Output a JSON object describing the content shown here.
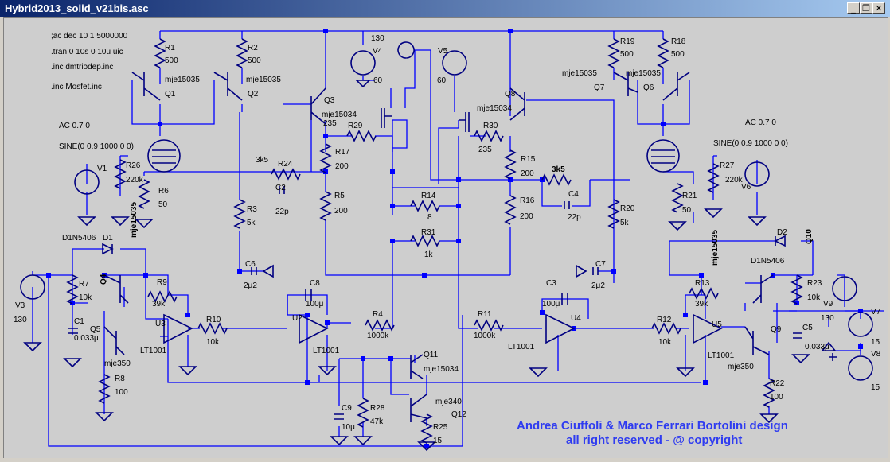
{
  "window": {
    "title": "Hybrid2013_solid_v21bis.asc"
  },
  "directives": [
    ";ac dec 10 1 5000000",
    ".tran 0 10s 0 10u uic",
    ".inc dmtriodep.inc",
    ".inc Mosfet.inc"
  ],
  "credits": [
    "Andrea Ciuffoli & Marco Ferrari Bortolini design",
    "all right reserved - @ copyright"
  ],
  "labels": {
    "R1": "R1",
    "R1v": "500",
    "R2": "R2",
    "R2v": "500",
    "R19": "R19",
    "R19v": "500",
    "R18": "R18",
    "R18v": "500",
    "Q1m": "mje15035",
    "Q1": "Q1",
    "Q2m": "mje15035",
    "Q2": "Q2",
    "Q3": "Q3",
    "Q3m": "mje15034",
    "Q3b": "235",
    "V4v": "130",
    "V4": "V4",
    "V4b": "60",
    "V5": "V5",
    "V5b": "60",
    "Q8": "Q8",
    "Q8m": "mje15034",
    "Q7m": "mje15035",
    "Q7": "Q7",
    "Q6m": "mje15035",
    "Q6": "Q6",
    "R29": "R29",
    "R30": "R30",
    "R30v": "235",
    "AC1": "AC 0.7 0",
    "SINE1": "SINE(0 0.9 1000 0 0)",
    "AC2": "AC 0.7 0",
    "SINE2": "SINE(0 0.9 1000 0 0)",
    "R17": "R17",
    "R17v": "200",
    "R15": "R15",
    "R15v": "200",
    "C2a": "3k5",
    "R24": "R24",
    "C2": "C2",
    "C2v": "22p",
    "R26": "R26",
    "R26v": "220k",
    "V1": "V1",
    "R6": "R6",
    "R6v": "50",
    "R5": "R5",
    "R5v": "200",
    "R16": "R16",
    "R16v": "200",
    "C4a": "3k5",
    "C4": "C4",
    "C4v": "22p",
    "R27": "R27",
    "R27v": "220k",
    "V6": "V6",
    "R21": "R21",
    "R21v": "50",
    "R14": "R14",
    "R14v": "8",
    "R31": "R31",
    "R31v": "1k",
    "R3": "R3",
    "R3v": "5k",
    "R20": "R20",
    "R20v": "5k",
    "D1m": "D1N5406",
    "D1": "D1",
    "Q4m": "mje15035",
    "Q4": "Q4",
    "D2": "D2",
    "D2m": "D1N5406",
    "Q10m": "mje15035",
    "Q10": "Q10",
    "C6": "C6",
    "C6v": "2μ2",
    "C7": "C7",
    "C7v": "2μ2",
    "V3": "V3",
    "V3v": "130",
    "R7": "R7",
    "R7v": "10k",
    "C1": "C1",
    "C1v": "0.033μ",
    "Q5": "Q5",
    "R9": "R9",
    "R9v": "39k",
    "U3": "U3",
    "R10": "R10",
    "R10v": "10k",
    "U3m": "LT1001",
    "C8": "C8",
    "C8v": "100μ",
    "U2": "U2",
    "U2m": "LT1001",
    "R4": "R4",
    "R4v": "1000k",
    "C3": "C3",
    "C3v": "100μ",
    "R11": "R11",
    "R11v": "1000k",
    "U4": "U4",
    "U4m": "LT1001",
    "R12": "R12",
    "R12v": "10k",
    "R13": "R13",
    "R13v": "39k",
    "U5": "U5",
    "U5m": "LT1001",
    "R23": "R23",
    "R23v": "10k",
    "V9": "V9",
    "V9v": "130",
    "V7": "V7",
    "V7v": "15",
    "V8": "V8",
    "V8v": "15",
    "C5": "C5",
    "C5v": "0.033μ",
    "Q9": "Q9",
    "Q9m": "mje350",
    "R22": "R22",
    "R22v": "100",
    "Q5m": "mje350",
    "R8": "R8",
    "R8v": "100",
    "Q11": "Q11",
    "Q11m": "mje15034",
    "Q12m": "mje340",
    "Q12": "Q12",
    "C9": "C9",
    "C9v": "10μ",
    "R28": "R28",
    "R28v": "47k",
    "R25": "R25",
    "R25v": "15"
  }
}
